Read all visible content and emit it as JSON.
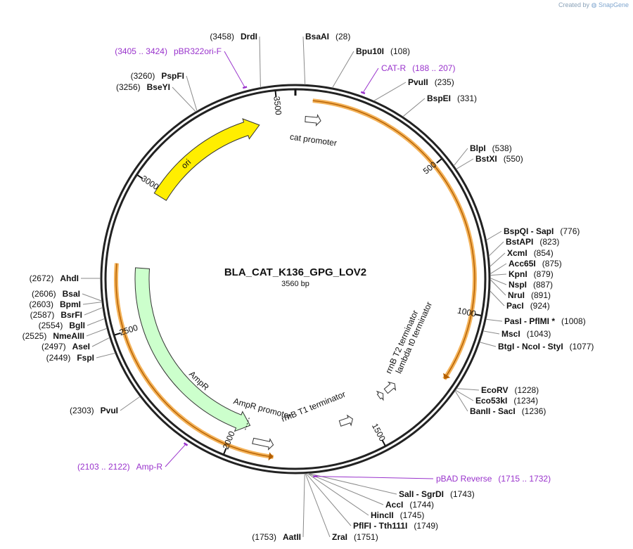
{
  "credit": {
    "prefix": "Created by",
    "brand": "SnapGene"
  },
  "map": {
    "name": "BLA_CAT_K136_GPG_LOV2",
    "length_label": "3560 bp",
    "total_bp": 3560,
    "colors": {
      "backbone": "#222222",
      "primer": "#9933cc",
      "orf_yellow": "#ffee00",
      "orf_green": "#ccffcc",
      "highlight": "#f4b35a",
      "leader": "#8a8a8a",
      "text": "#111111"
    },
    "ticks": [
      {
        "bp": 500,
        "label": "500"
      },
      {
        "bp": 1000,
        "label": "1000"
      },
      {
        "bp": 1500,
        "label": "1500"
      },
      {
        "bp": 2000,
        "label": "2000"
      },
      {
        "bp": 2500,
        "label": "2500"
      },
      {
        "bp": 3000,
        "label": "3000"
      },
      {
        "bp": 3500,
        "label": "3500"
      }
    ],
    "features": [
      {
        "name": "ori",
        "start": 2980,
        "end": 3430,
        "type": "orf",
        "color": "#ffee00",
        "direction": "forward"
      },
      {
        "name": "AmpR",
        "start": 1950,
        "end": 2710,
        "type": "orf",
        "color": "#ccffcc",
        "direction": "reverse"
      },
      {
        "name": "cat promoter",
        "start": 3545,
        "end": 55,
        "type": "promoter",
        "direction": "forward"
      },
      {
        "name": "AmpR promoter",
        "start": 1845,
        "end": 1950,
        "type": "promoter",
        "direction": "reverse"
      },
      {
        "name": "rrnB T1 terminator",
        "start": 1515,
        "end": 1575,
        "type": "terminator",
        "direction": "reverse"
      },
      {
        "name": "rrnB T2 terminator",
        "start": 1305,
        "end": 1330,
        "type": "terminator",
        "direction": "reverse"
      },
      {
        "name": "lambda t0 terminator",
        "start": 1360,
        "end": 1395,
        "type": "terminator",
        "direction": "reverse"
      }
    ],
    "highlights": [
      {
        "start": 55,
        "end": 1225,
        "direction": "forward"
      },
      {
        "start": 1850,
        "end": 2720,
        "direction": "reverse"
      }
    ],
    "enzymes": [
      {
        "name": "BsaAI",
        "pos": "(28)"
      },
      {
        "name": "Bpu10I",
        "pos": "(108)"
      },
      {
        "name": "PvuII",
        "pos": "(235)"
      },
      {
        "name": "BspEI",
        "pos": "(331)"
      },
      {
        "name": "BlpI",
        "pos": "(538)"
      },
      {
        "name": "BstXI",
        "pos": "(550)"
      },
      {
        "name": "BspQI - SapI",
        "pos": "(776)"
      },
      {
        "name": "BstAPI",
        "pos": "(823)"
      },
      {
        "name": "XcmI",
        "pos": "(854)"
      },
      {
        "name": "Acc65I",
        "pos": "(875)"
      },
      {
        "name": "KpnI",
        "pos": "(879)"
      },
      {
        "name": "NspI",
        "pos": "(887)"
      },
      {
        "name": "NruI",
        "pos": "(891)"
      },
      {
        "name": "PacI",
        "pos": "(924)"
      },
      {
        "name": "PasI - PflMI *",
        "pos": "(1008)"
      },
      {
        "name": "MscI",
        "pos": "(1043)"
      },
      {
        "name": "BtgI - NcoI - StyI",
        "pos": "(1077)"
      },
      {
        "name": "EcoRV",
        "pos": "(1228)"
      },
      {
        "name": "Eco53kI",
        "pos": "(1234)"
      },
      {
        "name": "BanII - SacI",
        "pos": "(1236)"
      },
      {
        "name": "SalI - SgrDI",
        "pos": "(1743)"
      },
      {
        "name": "AccI",
        "pos": "(1744)"
      },
      {
        "name": "HincII",
        "pos": "(1745)"
      },
      {
        "name": "PflFI - Tth111I",
        "pos": "(1749)"
      },
      {
        "name": "ZraI",
        "pos": "(1751)"
      },
      {
        "name": "AatII",
        "pos": "(1753)"
      },
      {
        "name": "PvuI",
        "pos": "(2303)"
      },
      {
        "name": "FspI",
        "pos": "(2449)"
      },
      {
        "name": "AseI",
        "pos": "(2497)"
      },
      {
        "name": "NmeAIII",
        "pos": "(2525)"
      },
      {
        "name": "BglI",
        "pos": "(2554)"
      },
      {
        "name": "BsrFI",
        "pos": "(2587)"
      },
      {
        "name": "BpmI",
        "pos": "(2603)"
      },
      {
        "name": "BsaI",
        "pos": "(2606)"
      },
      {
        "name": "AhdI",
        "pos": "(2672)"
      },
      {
        "name": "BseYI",
        "pos": "(3256)"
      },
      {
        "name": "PspFI",
        "pos": "(3260)"
      },
      {
        "name": "DrdI",
        "pos": "(3458)"
      }
    ],
    "primers": [
      {
        "name": "CAT-R",
        "range": "(188 .. 207)",
        "pos": 197
      },
      {
        "name": "pBAD Reverse",
        "range": "(1715 .. 1732)",
        "pos": 1723
      },
      {
        "name": "Amp-R",
        "range": "(2103 .. 2122)",
        "pos": 2112
      },
      {
        "name": "pBR322ori-F",
        "range": "(3405 .. 3424)",
        "pos": 3414
      }
    ]
  }
}
